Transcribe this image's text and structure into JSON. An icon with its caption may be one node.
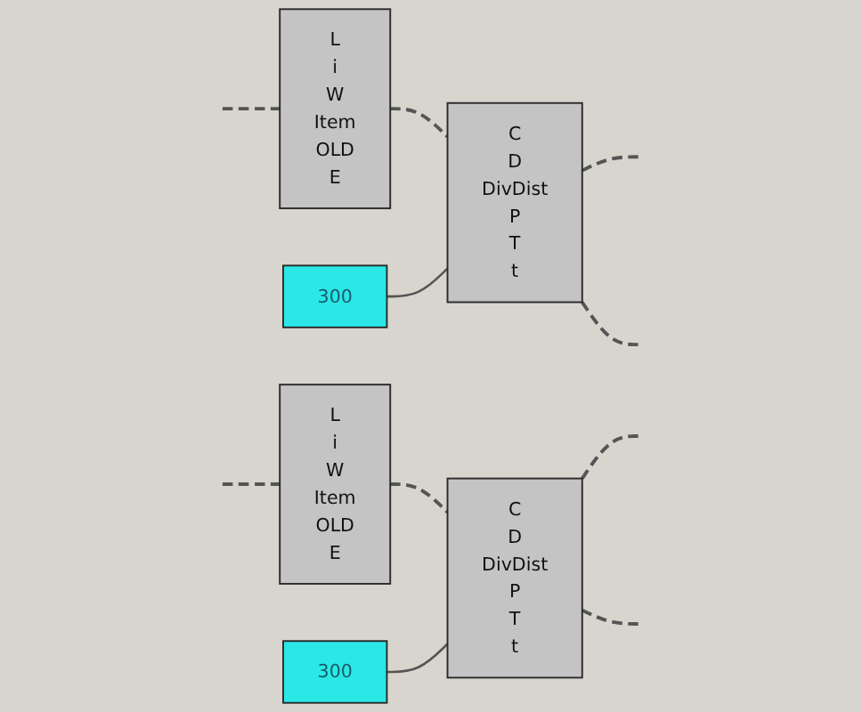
{
  "diagram": {
    "nodes": [
      {
        "text": [
          "L",
          "i",
          "W",
          "Item",
          "OLD",
          "E"
        ]
      },
      {
        "text": [
          "C",
          "D",
          "DivDist",
          "P",
          "T",
          "t"
        ]
      },
      {
        "text": [
          "300"
        ]
      },
      {
        "text": [
          "L",
          "i",
          "W",
          "Item",
          "OLD",
          "E"
        ]
      },
      {
        "text": [
          "C",
          "D",
          "DivDist",
          "P",
          "T",
          "t"
        ]
      },
      {
        "text": [
          "300"
        ]
      }
    ],
    "edges": [
      {
        "from": null,
        "to": 0,
        "arrow": "none",
        "style": "dashed"
      },
      {
        "from": 0,
        "to": 1,
        "arrow": "none",
        "style": "dashed"
      },
      {
        "from": 2,
        "to": 1,
        "arrow": "none"
      },
      {
        "from": 1,
        "to": null,
        "arrow": "none",
        "style": "dashed"
      },
      {
        "from": 1,
        "to": null,
        "arrow": "none",
        "style": "dashed"
      },
      {
        "from": null,
        "to": 3,
        "arrow": "none",
        "style": "dashed"
      },
      {
        "from": 3,
        "to": 4,
        "arrow": "none",
        "style": "dashed"
      },
      {
        "from": 5,
        "to": 4,
        "arrow": "none"
      },
      {
        "from": 4,
        "to": null,
        "arrow": "none",
        "style": "dashed"
      },
      {
        "from": 4,
        "to": null,
        "arrow": "none",
        "style": "dashed"
      }
    ]
  }
}
